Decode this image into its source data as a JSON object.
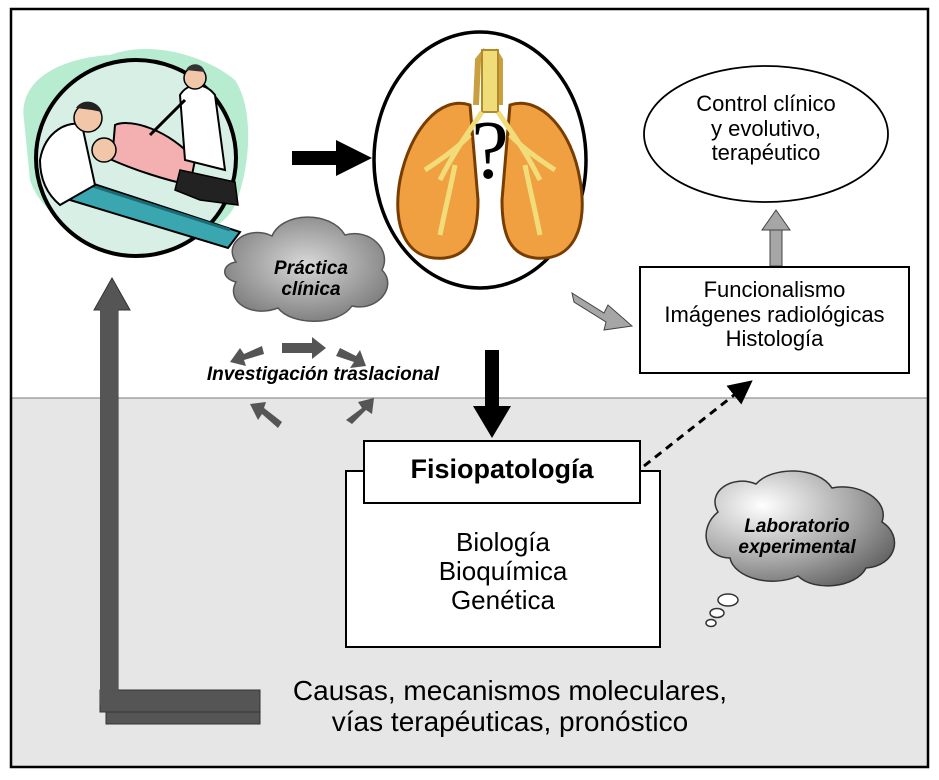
{
  "diagram": {
    "cloud_clinica": {
      "line1": "Práctica",
      "line2": "clínica"
    },
    "traslacional_label": "Investigación traslacional",
    "control": {
      "line1": "Control clínico",
      "line2": "y evolutivo,",
      "line3": "terapéutico"
    },
    "funcional_box": {
      "line1": "Funcionalismo",
      "line2": "Imágenes radiológicas",
      "line3": "Histología"
    },
    "fisio_title": "Fisiopatología",
    "fisio_items": {
      "line1": "Biología",
      "line2": "Bioquímica",
      "line3": "Genética"
    },
    "cloud_lab": {
      "line1": "Laboratorio",
      "line2": "experimental"
    },
    "bottom_text": {
      "line1": "Causas, mecanismos moleculares,",
      "line2": "vías terapéuticas, pronóstico"
    },
    "lungs_mark": "?",
    "colors": {
      "lower_band": "#e6e6e6",
      "arrow_black": "#000000",
      "arrow_dark_gray": "#555555",
      "arrow_light_gray": "#a6a6a6",
      "lung_orange": "#f0a040",
      "bronchi_yellow": "#f0dd7a",
      "vignette_green": "#b8ecd0",
      "cloud_gray": "#8a8a8a"
    }
  }
}
